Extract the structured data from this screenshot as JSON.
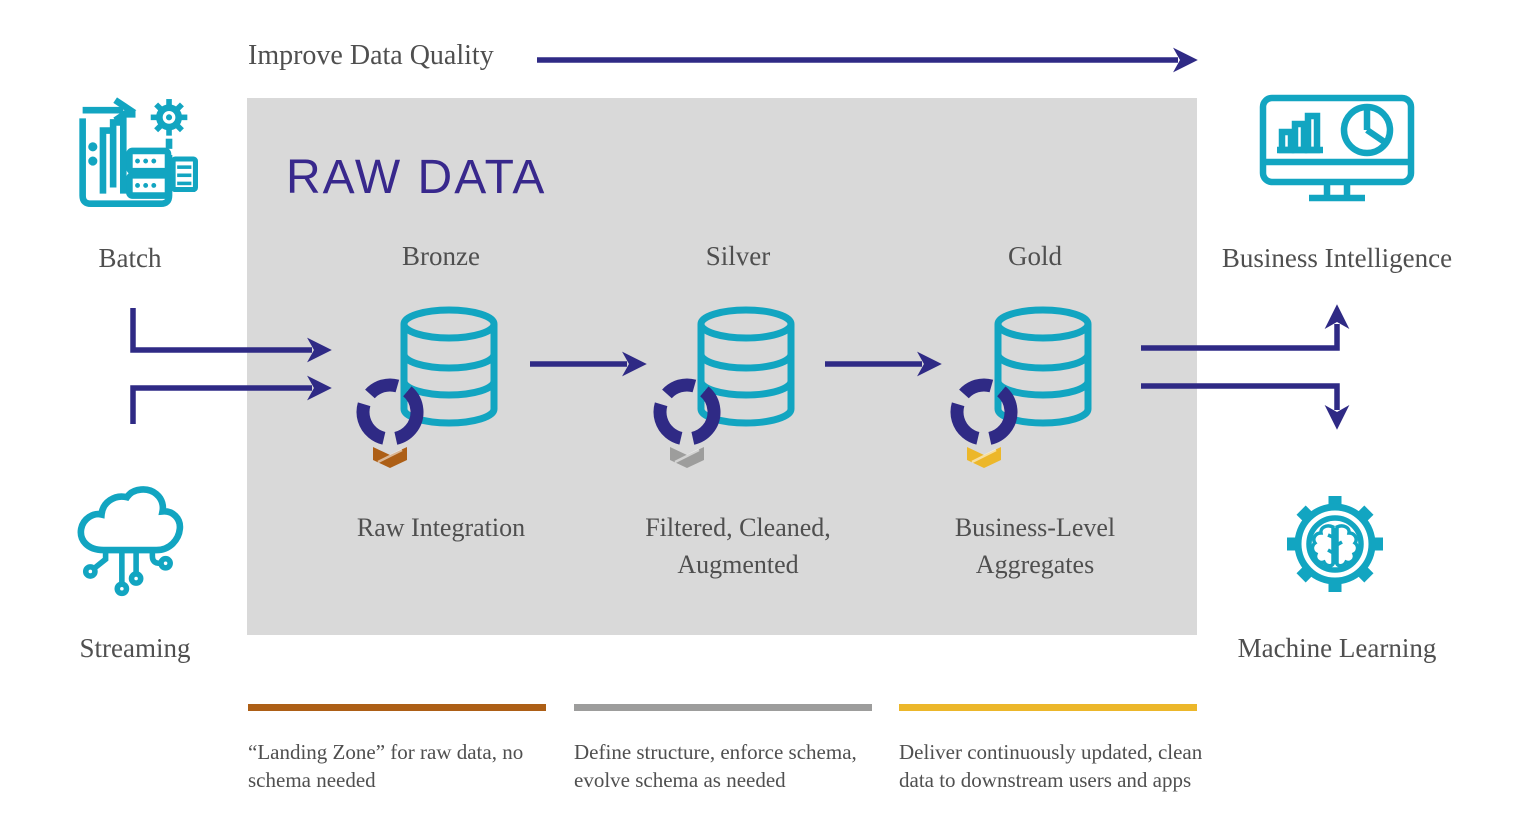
{
  "top_flow": {
    "label": "Improve Data Quality"
  },
  "raw_zone": {
    "title": "RAW DATA"
  },
  "sources": [
    {
      "label": "Batch",
      "icon": "batch-processing-icon"
    },
    {
      "label": "Streaming",
      "icon": "streaming-cloud-icon"
    }
  ],
  "stages": [
    {
      "name": "Bronze",
      "subtitle": "Raw Integration",
      "description": "“Landing Zone” for raw data, no schema needed",
      "accent_color": "#ad5f16",
      "icon": "database-medallion-bronze-icon"
    },
    {
      "name": "Silver",
      "subtitle": "Filtered, Cleaned, Augmented",
      "description": "Define structure, enforce schema, evolve schema as needed",
      "accent_color": "#9d9d9c",
      "icon": "database-medallion-silver-icon"
    },
    {
      "name": "Gold",
      "subtitle": "Business-Level Aggregates",
      "description": "Deliver continuously updated, clean data to downstream users and apps",
      "accent_color": "#ecb72a",
      "icon": "database-medallion-gold-icon"
    }
  ],
  "consumers": [
    {
      "label": "Business Intelligence",
      "icon": "bi-dashboard-icon"
    },
    {
      "label": "Machine Learning",
      "icon": "ml-gear-brain-icon"
    }
  ],
  "colors": {
    "arrow_navy": "#2f2a85",
    "title_purple": "#38288c",
    "icon_teal": "#12a5c1",
    "zone_gray": "#d9d9d9",
    "bronze": "#ad5f16",
    "silver": "#9d9d9c",
    "gold": "#ecb72a",
    "text_gray": "#4f4f4f"
  }
}
